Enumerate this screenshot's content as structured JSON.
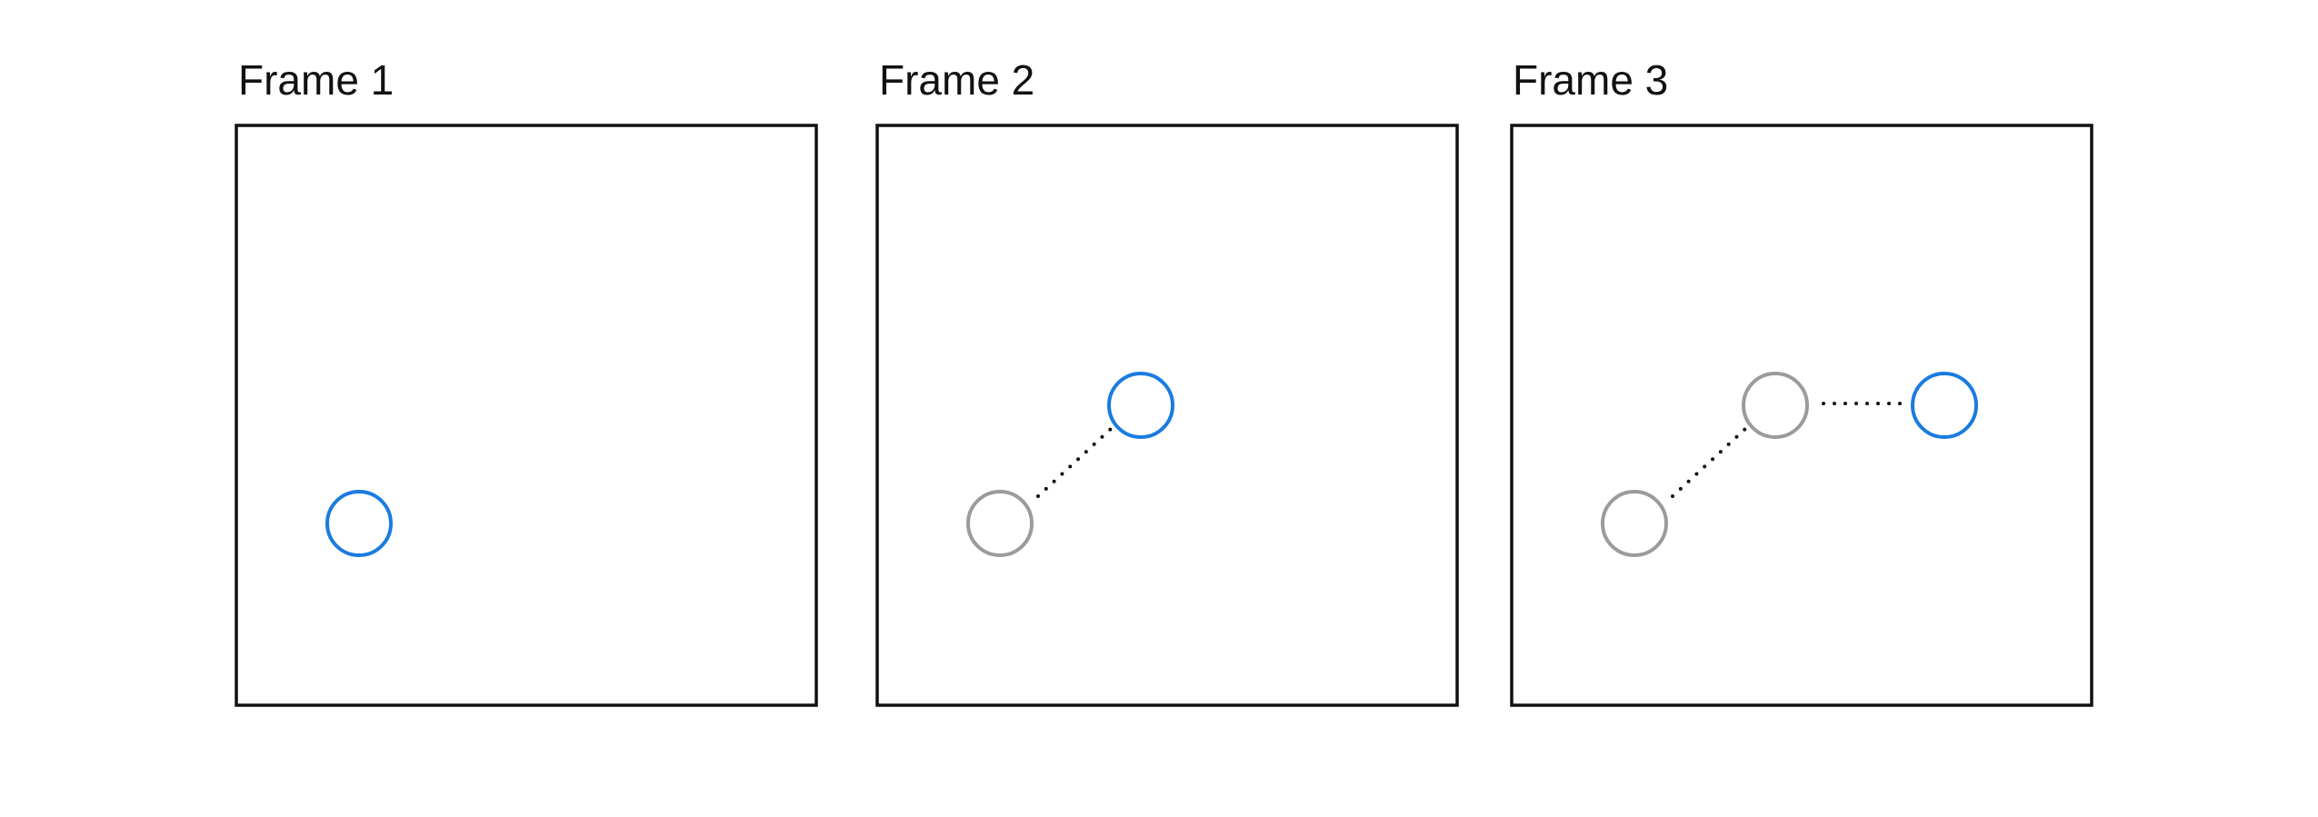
{
  "colors": {
    "active_node": "#1a7be0",
    "previous_node": "#9b9b9b",
    "frame_border": "#111111",
    "connector": "#111111"
  },
  "frames": [
    {
      "title": "Frame 1",
      "nodes": [
        {
          "state": "active"
        }
      ]
    },
    {
      "title": "Frame 2",
      "nodes": [
        {
          "state": "previous"
        },
        {
          "state": "active"
        }
      ]
    },
    {
      "title": "Frame 3",
      "nodes": [
        {
          "state": "previous"
        },
        {
          "state": "previous"
        },
        {
          "state": "active"
        }
      ]
    }
  ]
}
